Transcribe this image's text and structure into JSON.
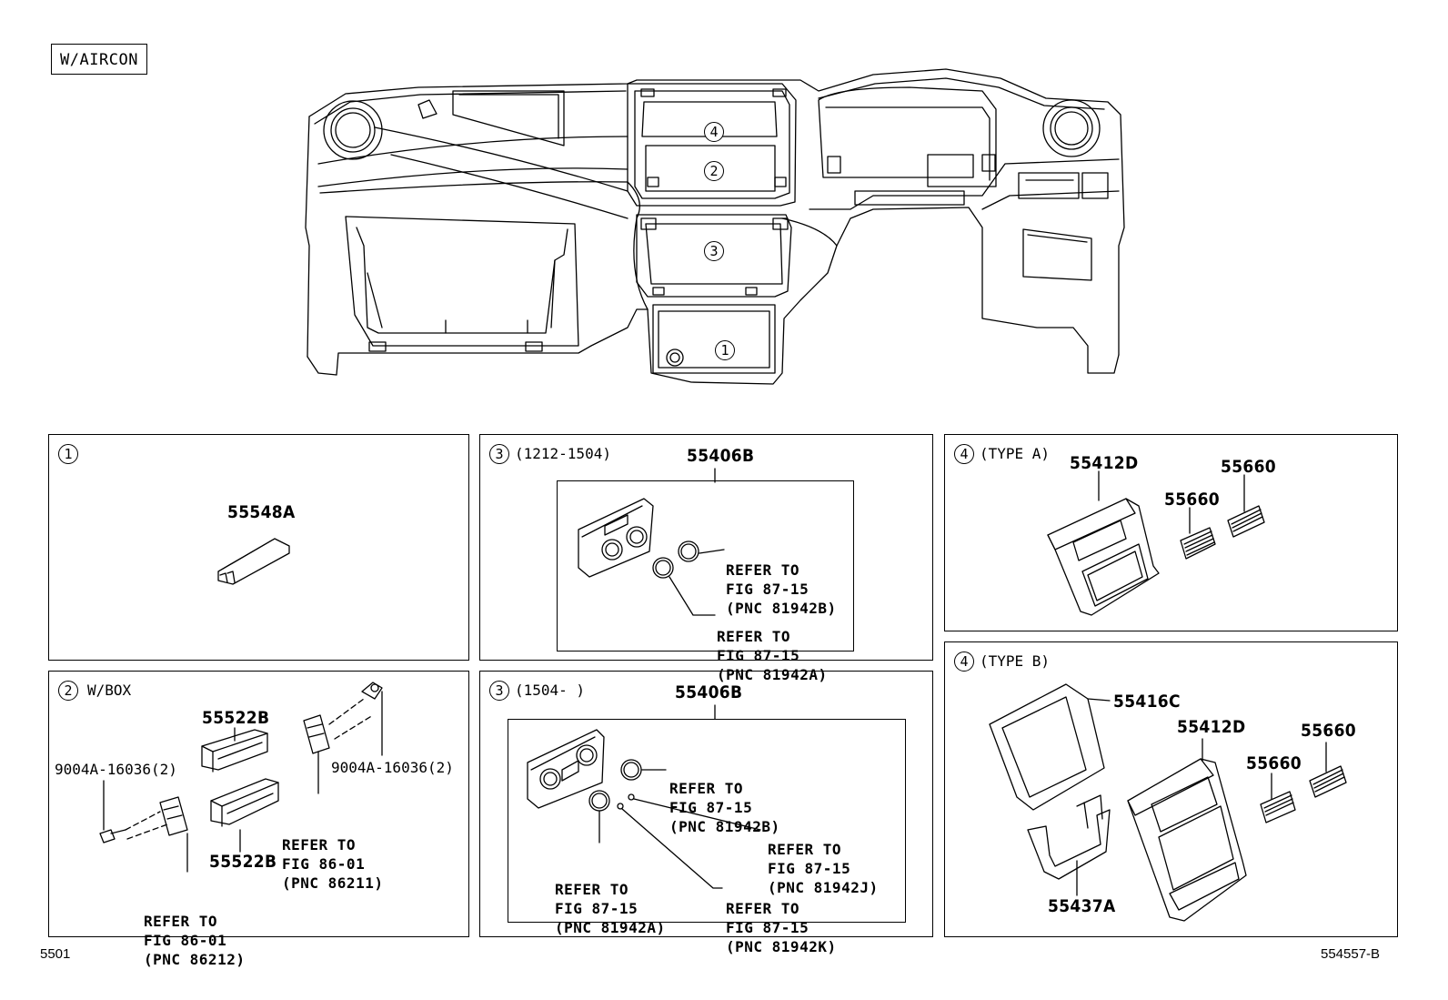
{
  "variant_tag": "W/AIRCON",
  "dashboard": {
    "markers": [
      "4",
      "2",
      "3",
      "1"
    ]
  },
  "panels": {
    "p1": {
      "marker": "1",
      "parts": {
        "a": "55548A"
      }
    },
    "p2": {
      "marker": "2",
      "condition": "W/BOX",
      "parts": {
        "upper": "55522B",
        "lower": "55522B",
        "screw_left": "9004A-16036(2)",
        "screw_right": "9004A-16036(2)"
      },
      "refs": {
        "a": [
          "REFER TO",
          "FIG 86-01",
          "(PNC 86211)"
        ],
        "b": [
          "REFER TO",
          "FIG 86-01",
          "(PNC 86212)"
        ]
      }
    },
    "p3a": {
      "marker": "3",
      "condition": "(1212-1504)",
      "parts": {
        "main": "55406B"
      },
      "refs": {
        "a": [
          "REFER TO",
          "FIG 87-15",
          "(PNC 81942B)"
        ],
        "b": [
          "REFER TO",
          "FIG 87-15",
          "(PNC 81942A)"
        ]
      }
    },
    "p3b": {
      "marker": "3",
      "condition": "(1504-      )",
      "parts": {
        "main": "55406B"
      },
      "refs": {
        "a": [
          "REFER TO",
          "FIG 87-15",
          "(PNC 81942B)"
        ],
        "b": [
          "REFER TO",
          "FIG 87-15",
          "(PNC 81942J)"
        ],
        "c": [
          "REFER TO",
          "FIG 87-15",
          "(PNC 81942A)"
        ],
        "d": [
          "REFER TO",
          "FIG 87-15",
          "(PNC 81942K)"
        ]
      }
    },
    "p4a": {
      "marker": "4",
      "condition": "(TYPE A)",
      "parts": {
        "bezel": "55412D",
        "vent_left": "55660",
        "vent_right": "55660"
      }
    },
    "p4b": {
      "marker": "4",
      "condition": "(TYPE B)",
      "parts": {
        "frame": "55416C",
        "bezel": "55412D",
        "vent_left": "55660",
        "vent_right": "55660",
        "bracket": "55437A"
      }
    }
  },
  "footer": {
    "left": "5501",
    "right": "554557-B"
  }
}
